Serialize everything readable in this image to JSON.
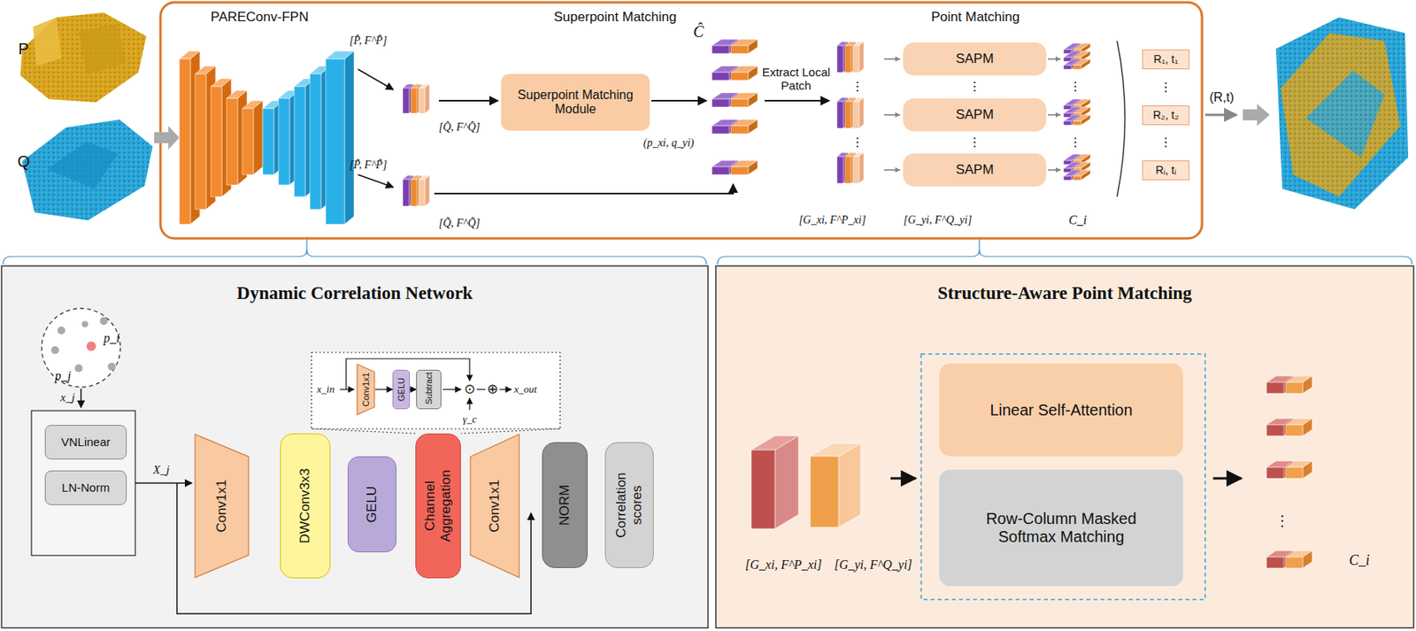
{
  "diagram": {
    "nodes": [
      {
        "text": [
          "Superpoint Matching Module"
        ]
      },
      {
        "text": [
          "SAPM"
        ]
      },
      {
        "text": [
          "SAPM"
        ]
      },
      {
        "text": [
          "SAPM"
        ]
      },
      {
        "text": [
          "R₁, t₁"
        ]
      },
      {
        "text": [
          "R₂, t₂"
        ]
      },
      {
        "text": [
          "Rᵢ, tᵢ"
        ]
      },
      {
        "text": [
          "Dynamic Correlation Network"
        ]
      },
      {
        "text": [
          "VNLinear"
        ],
        "in": 7
      },
      {
        "text": [
          "LN-Norm"
        ],
        "in": 7
      },
      {
        "text": [
          "Conv1x1"
        ],
        "in": 7
      },
      {
        "text": [
          "GELU"
        ],
        "in": 7
      },
      {
        "text": [
          "Subtract"
        ],
        "in": 7
      },
      {
        "text": [
          "Conv1x1"
        ],
        "in": 7
      },
      {
        "text": [
          "DWConv3x3"
        ],
        "in": 7
      },
      {
        "text": [
          "GELU"
        ],
        "in": 7
      },
      {
        "text": [
          "Channel Aggregation"
        ],
        "in": 7
      },
      {
        "text": [
          "Conv1x1"
        ],
        "in": 7
      },
      {
        "text": [
          "NORM"
        ],
        "in": 7
      },
      {
        "text": [
          "Correlation scores"
        ],
        "in": 7
      },
      {
        "text": [
          "Structure-Aware Point Matching"
        ]
      },
      {
        "text": [
          "Linear Self-Attention"
        ],
        "in": 20
      },
      {
        "text": [
          "Row-Column Masked Softmax Matching"
        ],
        "in": 20
      }
    ],
    "edges": [
      {
        "from": 10,
        "to": 11,
        "arrow": "to"
      },
      {
        "from": 11,
        "to": 12,
        "arrow": "to"
      }
    ],
    "labels": [
      "P",
      "Q",
      "PAREConv-FPN",
      "Superpoint Matching",
      "Point Matching",
      "[P̂, F^P̂]",
      "[Q̂, F^Q̂]",
      "[P̃, F^P̃]",
      "[Q̃, F^Q̃]",
      "Ĉ",
      "(p_xi, q_yi)",
      "Extract Local Patch",
      "⋮",
      "⋮",
      "⋮",
      "⋮",
      "⋮",
      "⋮",
      "[G_xi, F^P_xi]",
      "[G_yi, F^Q_yi]",
      "C_i",
      "⋮",
      "⋮",
      "(R,t)",
      "p_i",
      "p_j",
      "x_j",
      "X_j",
      "x_in",
      "⊙",
      "⊕",
      "x_out",
      "γ_c",
      "[G_xi, F^P_xi]",
      "[G_yi, F^Q_yi]",
      "C_i",
      "⋮"
    ]
  }
}
